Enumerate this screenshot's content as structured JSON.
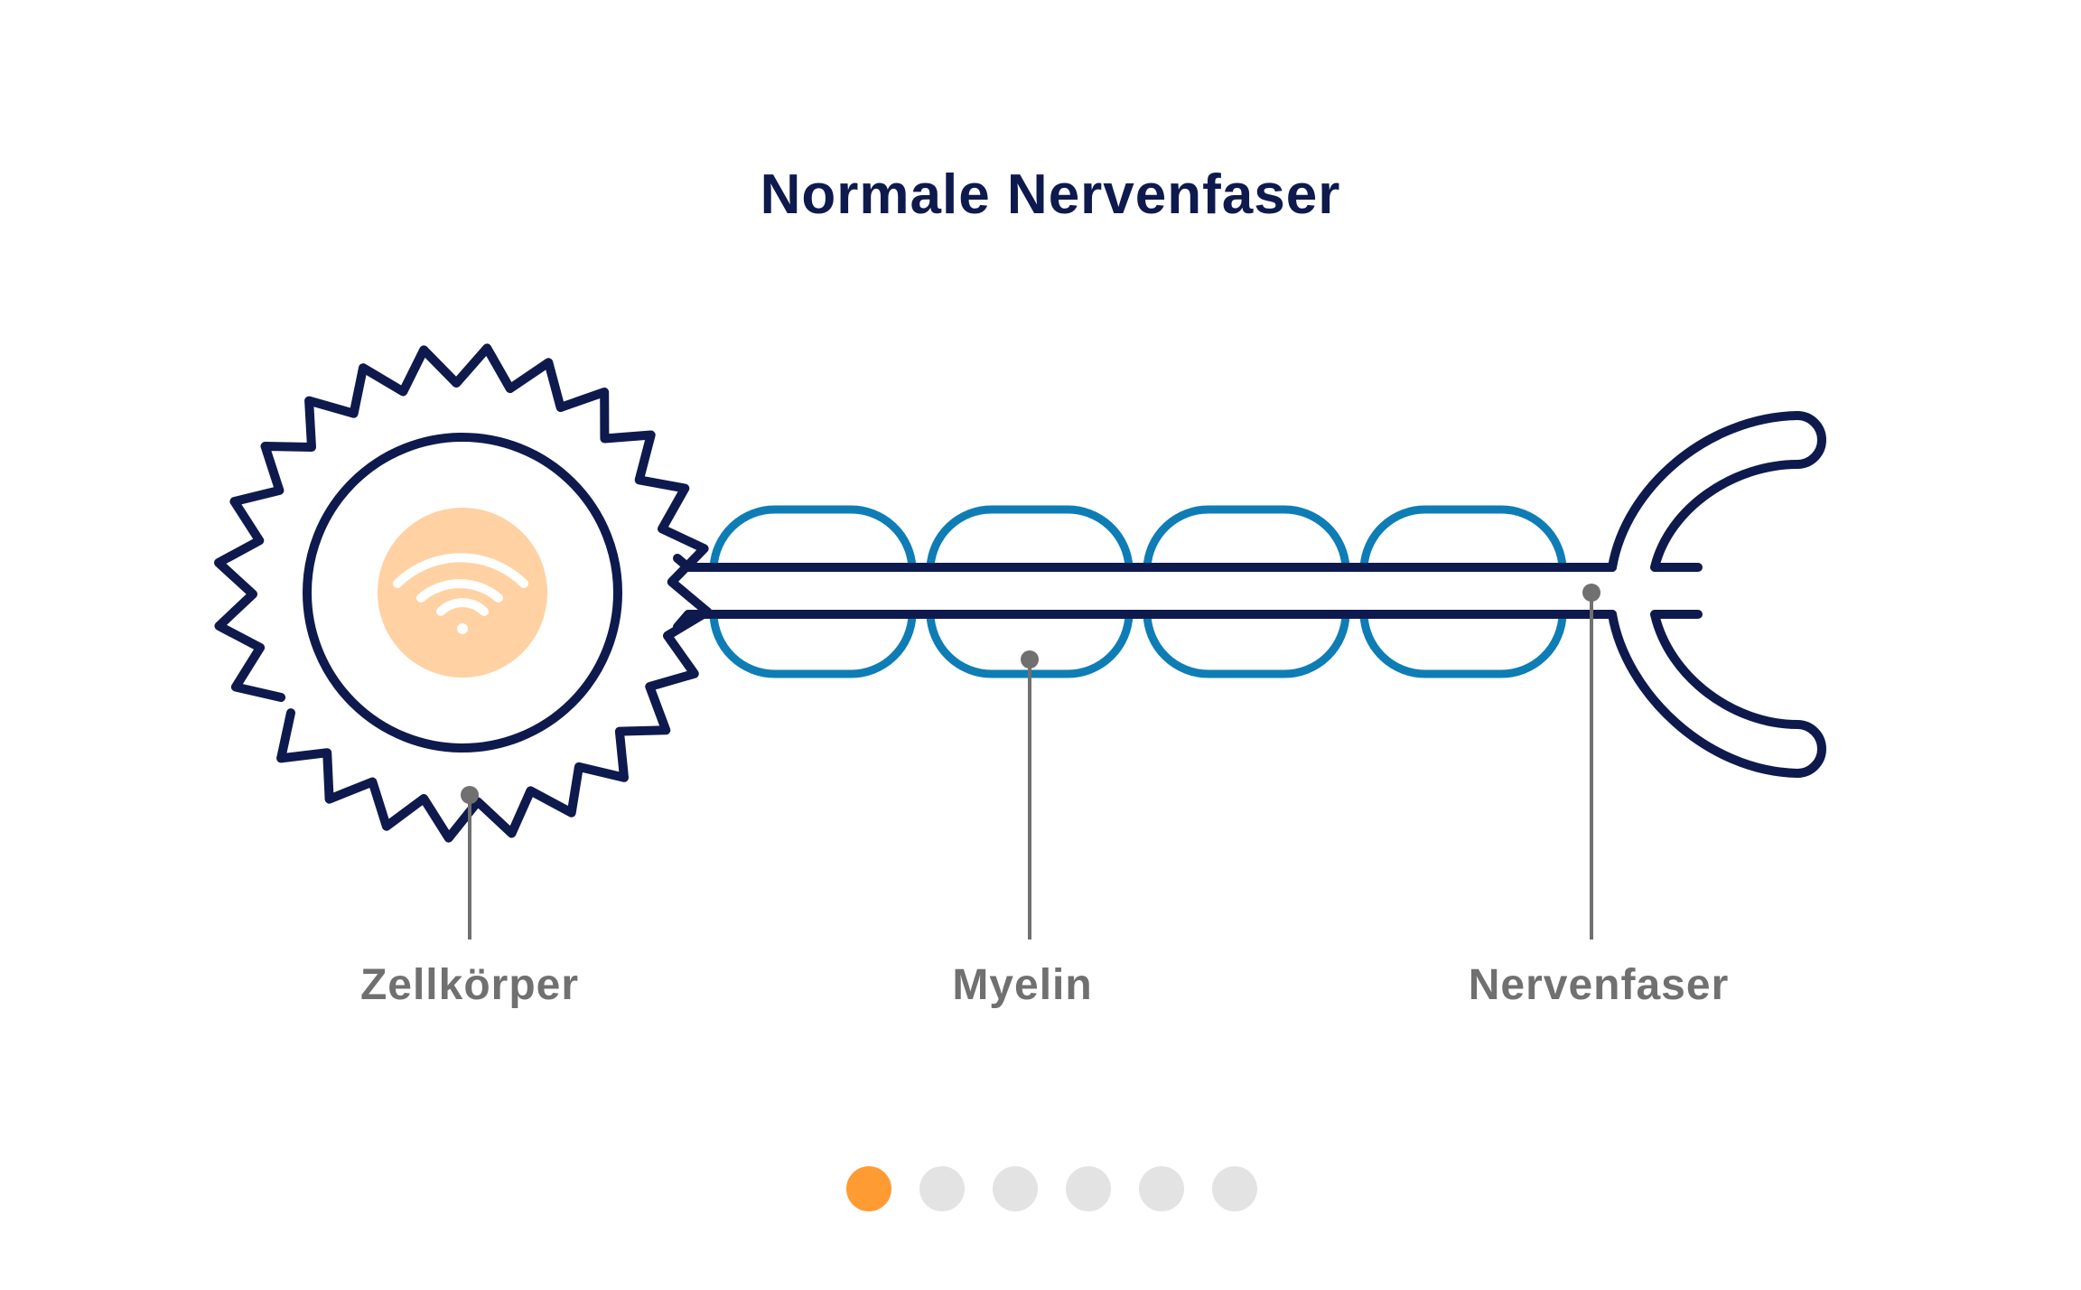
{
  "diagram": {
    "title": "Normale Nervenfaser",
    "labels": {
      "cell_body": "Zellkörper",
      "myelin": "Myelin",
      "nerve_fiber": "Nervenfaser"
    },
    "icon": "wifi-signal-icon"
  },
  "pagination": {
    "total": 6,
    "active_index": 0
  },
  "colors": {
    "navy": "#0e1a4d",
    "myelin_blue": "#0e7db5",
    "nucleus_peach": "#ffd1a3",
    "signal_white": "#ffffff",
    "callout_gray": "#707070",
    "label_gray": "#707070",
    "dot_active": "#ff9b33",
    "dot_inactive": "#e3e3e3"
  }
}
